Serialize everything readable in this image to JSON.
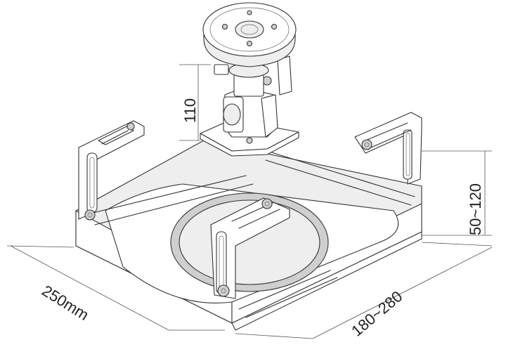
{
  "dimensions": {
    "height_label": "110",
    "width_label": "250mm",
    "depth_label": "180~280",
    "adjust_label": "50~120"
  }
}
